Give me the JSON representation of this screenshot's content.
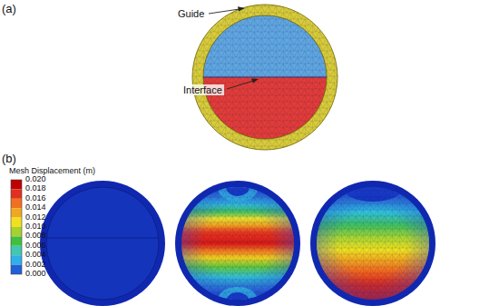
{
  "diagram": {
    "labels": [
      "(a)",
      "Guide",
      "Interface",
      "(b)",
      "Mesh Displacement (m)",
      "0.020",
      "0.018",
      "0.016",
      "0.014",
      "0.012",
      "0.010",
      "0.008",
      "0.006",
      "0.004",
      "0.002",
      "0.000"
    ]
  }
}
